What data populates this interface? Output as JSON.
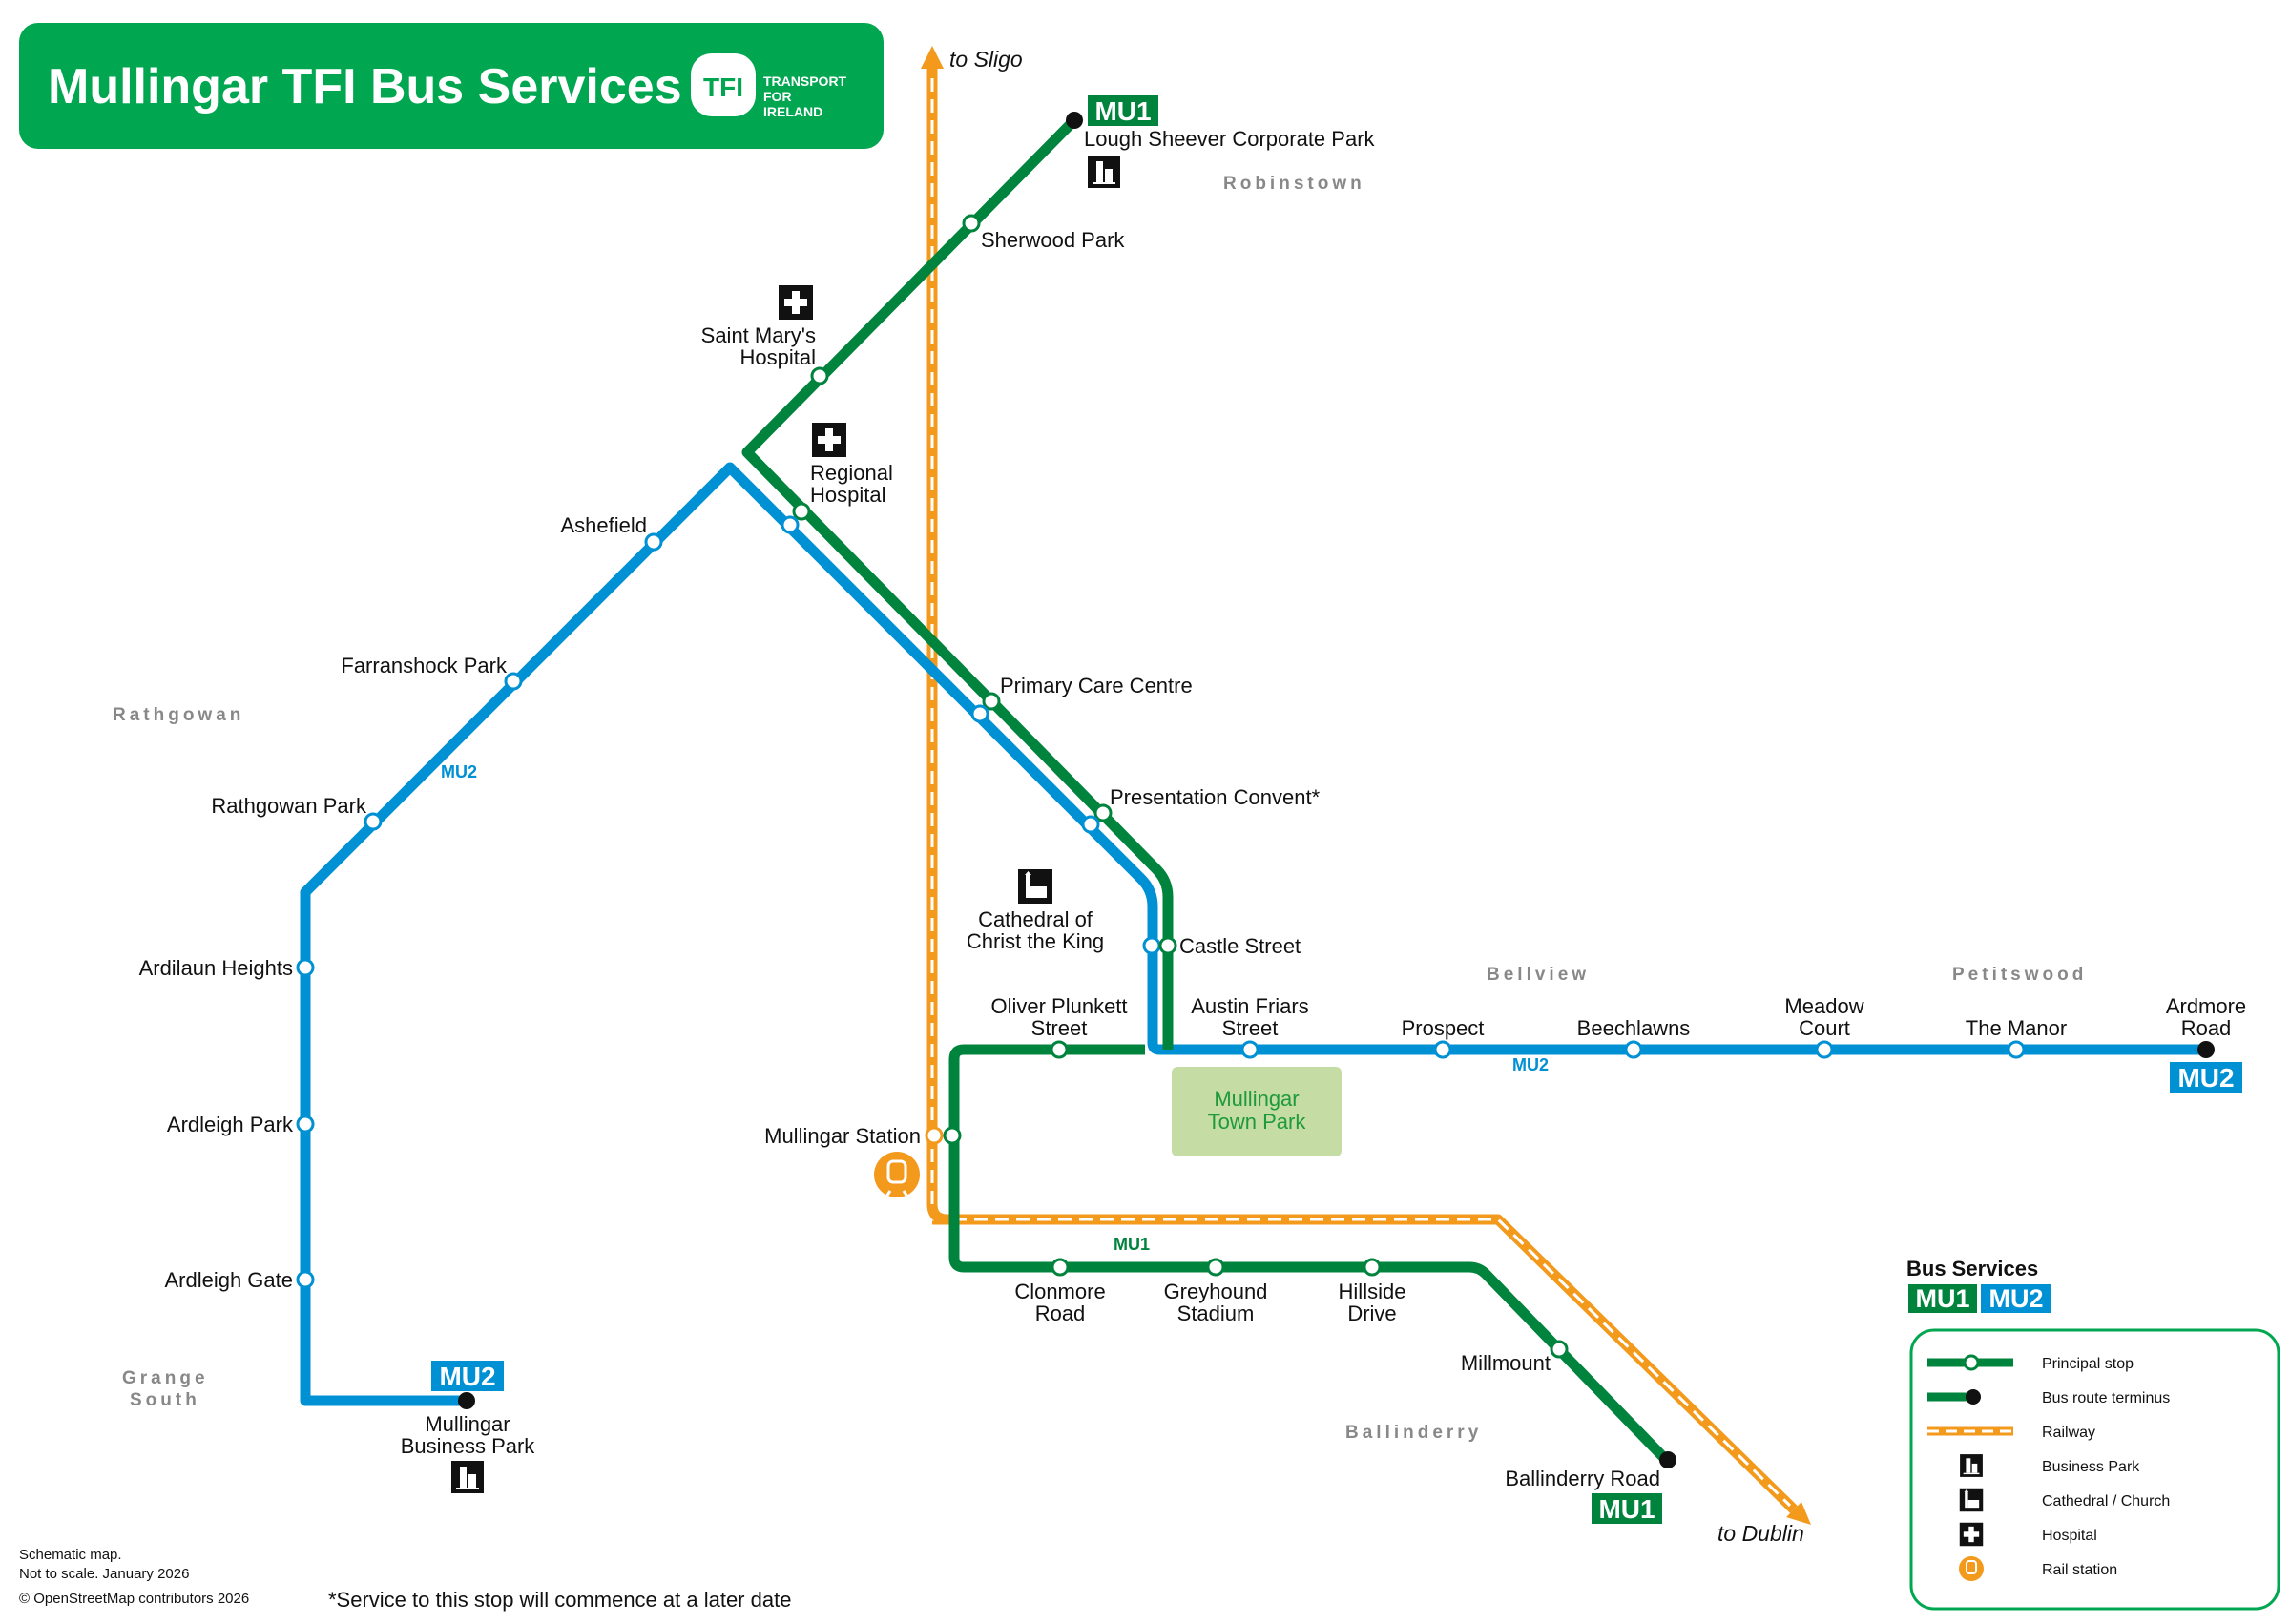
{
  "title": "Mullingar TFI Bus Services",
  "brand": {
    "logo": "TFI",
    "name_lines": [
      "TRANSPORT",
      "FOR",
      "IRELAND"
    ]
  },
  "colors": {
    "mu1": "#00843D",
    "mu2": "#0090D4",
    "rail": "#F39A1D",
    "brand": "#00A650",
    "park": "#C5DDA4",
    "park_text": "#1E9A3A"
  },
  "routes": {
    "mu1": "MU1",
    "mu2": "MU2"
  },
  "directions": {
    "north": "to Sligo",
    "south": "to Dublin"
  },
  "areas": [
    "Robinstown",
    "Rathgowan",
    "Bellview",
    "Petitswood",
    "Grange",
    "South",
    "Ballinderry"
  ],
  "stops": {
    "lough_sheever": "Lough Sheever Corporate Park",
    "sherwood": "Sherwood Park",
    "st_marys_1": "Saint Mary's",
    "st_marys_2": "Hospital",
    "regional_1": "Regional",
    "regional_2": "Hospital",
    "ashefield": "Ashefield",
    "farranshock": "Farranshock Park",
    "primary_care": "Primary Care Centre",
    "presentation": "Presentation Convent*",
    "rathgowan_park": "Rathgowan Park",
    "cathedral_1": "Cathedral of",
    "cathedral_2": "Christ the King",
    "castle_street": "Castle Street",
    "ardilaun": "Ardilaun Heights",
    "oliver_1": "Oliver Plunkett",
    "oliver_2": "Street",
    "austin_1": "Austin Friars",
    "austin_2": "Street",
    "prospect": "Prospect",
    "beechlawns": "Beechlawns",
    "meadow_1": "Meadow",
    "meadow_2": "Court",
    "the_manor": "The Manor",
    "ardmore_1": "Ardmore",
    "ardmore_2": "Road",
    "ardleigh_park": "Ardleigh Park",
    "mullingar_station": "Mullingar Station",
    "ardleigh_gate": "Ardleigh Gate",
    "clonmore_1": "Clonmore",
    "clonmore_2": "Road",
    "greyhound_1": "Greyhound",
    "greyhound_2": "Stadium",
    "hillside_1": "Hillside",
    "hillside_2": "Drive",
    "millmount": "Millmount",
    "business_park_1": "Mullingar",
    "business_park_2": "Business Park",
    "ballinderry_road": "Ballinderry Road"
  },
  "town_park": [
    "Mullingar",
    "Town Park"
  ],
  "legend": {
    "heading": "Bus Services",
    "routes": [
      "MU1",
      "MU2"
    ],
    "items": [
      "Principal stop",
      "Bus route terminus",
      "Railway",
      "Business Park",
      "Cathedral / Church",
      "Hospital",
      "Rail station"
    ]
  },
  "notes": {
    "schematic_1": "Schematic map.",
    "schematic_2": "Not to scale. January 2026",
    "copyright": "© OpenStreetMap contributors 2026",
    "asterisk": "*Service to this stop will commence at a later date"
  }
}
